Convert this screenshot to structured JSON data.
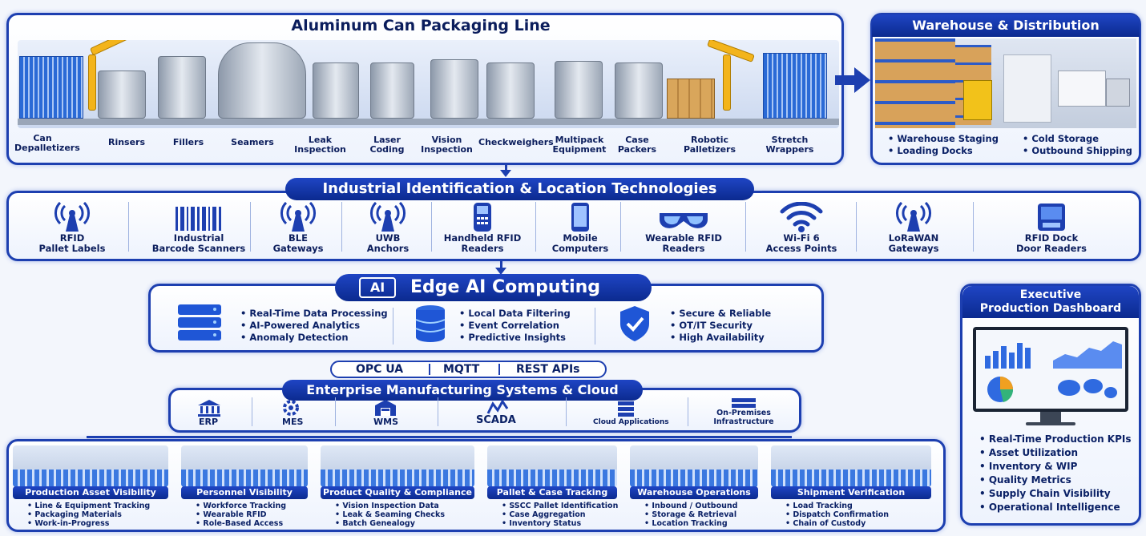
{
  "packaging": {
    "title": "Aluminum Can Packaging Line",
    "stations": [
      "Can\nDepalletizers",
      "Rinsers",
      "Fillers",
      "Seamers",
      "Leak\nInspection",
      "Laser\nCoding",
      "Vision\nInspection",
      "Checkweighers",
      "Multipack\nEquipment",
      "Case\nPackers",
      "Robotic\nPalletizers",
      "Stretch\nWrappers"
    ]
  },
  "warehouse": {
    "title": "Warehouse & Distribution",
    "col1": [
      "Warehouse Staging",
      "Loading Docks"
    ],
    "col2": [
      "Cold Storage",
      "Outbound Shipping"
    ]
  },
  "tech": {
    "title": "Industrial Identification & Location Technologies",
    "items": [
      {
        "label": "RFID\nPallet Labels",
        "icon": "rfid-antenna-icon"
      },
      {
        "label": "Industrial\nBarcode Scanners",
        "icon": "barcode-icon"
      },
      {
        "label": "BLE\nGateways",
        "icon": "rfid-antenna-icon"
      },
      {
        "label": "UWB\nAnchors",
        "icon": "rfid-antenna-icon"
      },
      {
        "label": "Handheld RFID\nReaders",
        "icon": "handheld-reader-icon"
      },
      {
        "label": "Mobile\nComputers",
        "icon": "mobile-icon"
      },
      {
        "label": "Wearable RFID\nReaders",
        "icon": "smart-glasses-icon"
      },
      {
        "label": "Wi-Fi 6\nAccess Points",
        "icon": "wifi-icon"
      },
      {
        "label": "LoRaWAN\nGateways",
        "icon": "rfid-antenna-icon"
      },
      {
        "label": "RFID Dock\nDoor Readers",
        "icon": "dock-reader-icon"
      }
    ]
  },
  "edge": {
    "chip": "AI",
    "title": "Edge AI Computing",
    "col1": [
      "Real-Time Data Processing",
      "AI-Powered Analytics",
      "Anomaly Detection"
    ],
    "col2": [
      "Local Data Filtering",
      "Event Correlation",
      "Predictive Insights"
    ],
    "col3": [
      "Secure & Reliable",
      "OT/IT Security",
      "High Availability"
    ]
  },
  "protocols": [
    "OPC UA",
    "MQTT",
    "REST APIs"
  ],
  "enterprise": {
    "title": "Enterprise Manufacturing Systems & Cloud",
    "items": [
      "ERP",
      "MES",
      "WMS",
      "SCADA",
      "Cloud Applications",
      "On-Premises\nInfrastructure"
    ]
  },
  "usecases": [
    {
      "title": "Production Asset Visibility",
      "items": [
        "Line & Equipment Tracking",
        "Packaging Materials",
        "Work-in-Progress"
      ]
    },
    {
      "title": "Personnel Visibility",
      "items": [
        "Workforce Tracking",
        "Wearable RFID",
        "Role-Based Access"
      ]
    },
    {
      "title": "Product Quality & Compliance",
      "items": [
        "Vision Inspection Data",
        "Leak & Seaming Checks",
        "Batch Genealogy"
      ]
    },
    {
      "title": "Pallet & Case Tracking",
      "items": [
        "SSCC Pallet Identification",
        "Case Aggregation",
        "Inventory Status"
      ]
    },
    {
      "title": "Warehouse Operations",
      "items": [
        "Inbound / Outbound",
        "Storage & Retrieval",
        "Location Tracking"
      ]
    },
    {
      "title": "Shipment Verification",
      "items": [
        "Load Tracking",
        "Dispatch Confirmation",
        "Chain of Custody"
      ]
    }
  ],
  "dashboard": {
    "title": "Executive\nProduction Dashboard",
    "items": [
      "Real-Time Production KPIs",
      "Asset Utilization",
      "Inventory & WIP",
      "Quality Metrics",
      "Supply Chain Visibility",
      "Operational Intelligence"
    ]
  }
}
